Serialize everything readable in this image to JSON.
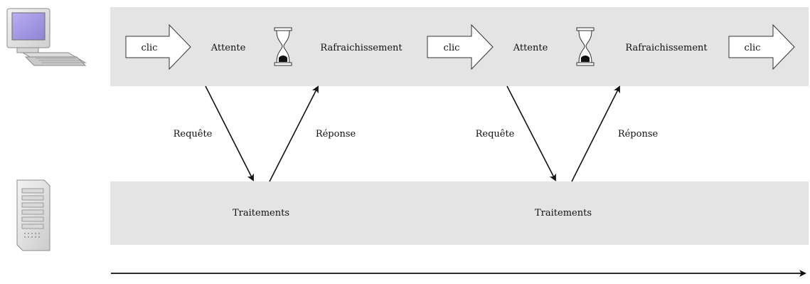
{
  "client": {
    "icon": "desktop-computer-icon",
    "band_color": "#e4e4e4",
    "labels": [
      "clic",
      "Attente",
      "Rafraichissement",
      "clic",
      "Attente",
      "Rafraichissement",
      "clic"
    ]
  },
  "server": {
    "icon": "server-tower-icon",
    "band_color": "#e4e4e4",
    "labels": [
      "Traitements",
      "Traitements"
    ]
  },
  "exchanges": [
    {
      "request_label": "Requête",
      "response_label": "Réponse"
    },
    {
      "request_label": "Requête",
      "response_label": "Réponse"
    }
  ],
  "timeline": {
    "icon": "time-arrow-icon"
  }
}
